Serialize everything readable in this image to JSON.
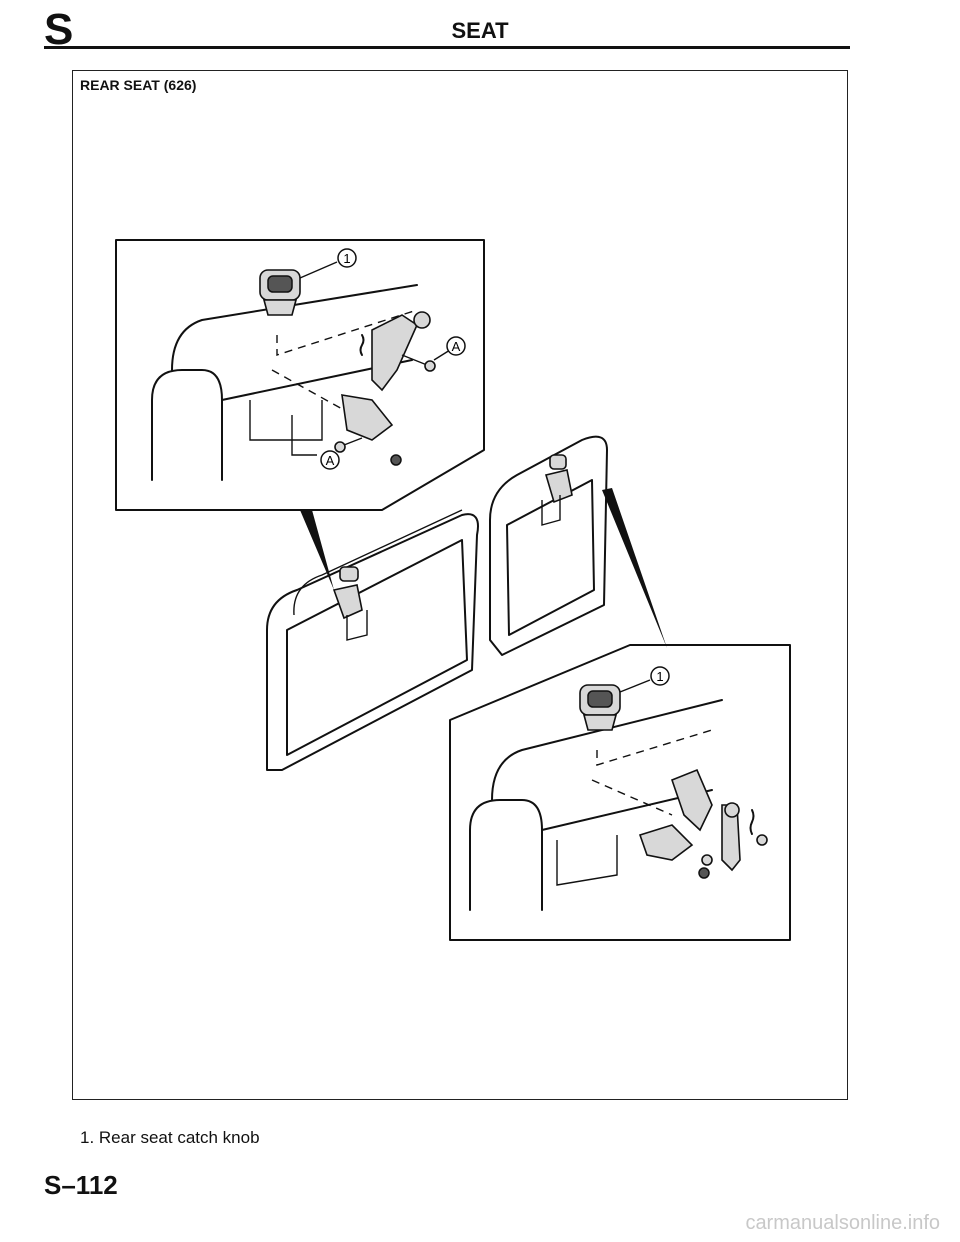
{
  "header": {
    "section_letter": "S",
    "title": "SEAT"
  },
  "figure": {
    "title": "REAR SEAT (626)",
    "callout_1": "1",
    "callout_a": "A"
  },
  "caption": {
    "item_1": "1.  Rear seat catch knob"
  },
  "footer": {
    "page_number": "S–112",
    "watermark": "carmanualsonline.info"
  }
}
